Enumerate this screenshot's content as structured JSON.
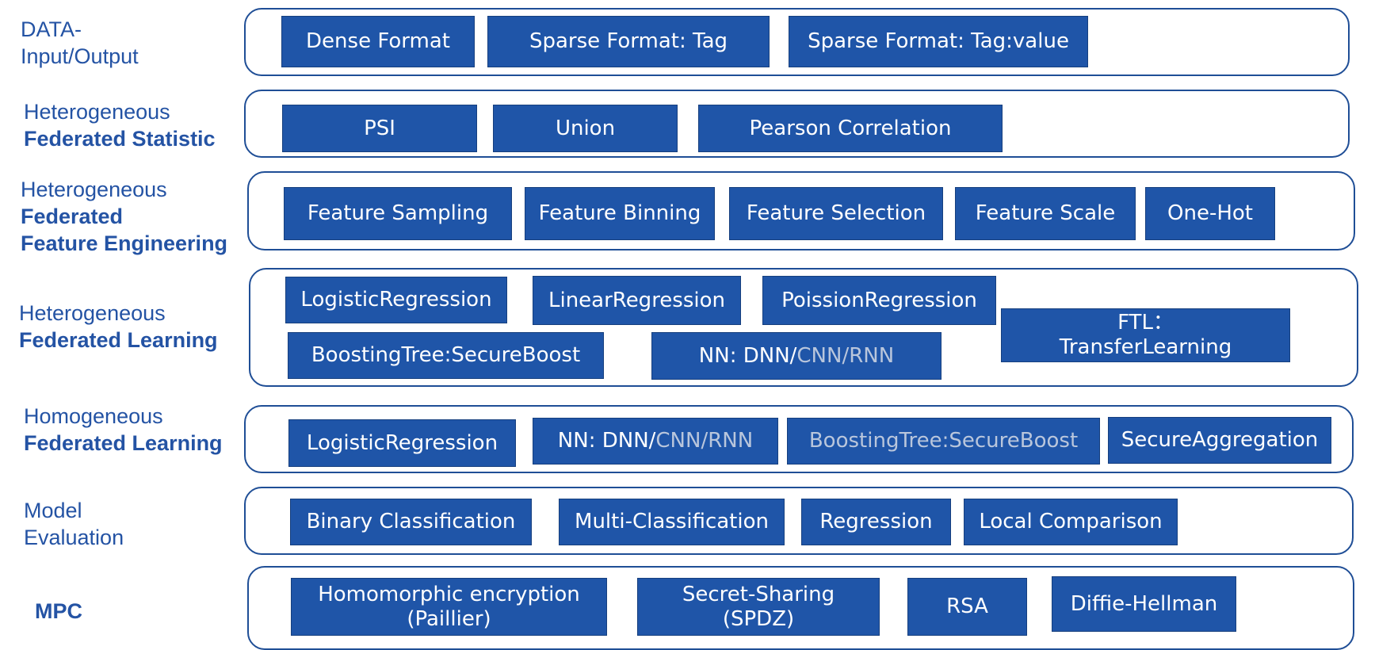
{
  "rows": [
    {
      "label_lines": [
        "DATA-",
        "Input/Output"
      ],
      "items": [
        "Dense Format",
        "Sparse Format:  Tag",
        "Sparse Format:   Tag:value"
      ]
    },
    {
      "label_lines": [
        "Heterogeneous",
        "Federated Statistic"
      ],
      "items": [
        "PSI",
        "Union",
        "Pearson Correlation"
      ]
    },
    {
      "label_lines": [
        "Heterogeneous",
        "Federated",
        "Feature Engineering"
      ],
      "items": [
        "Feature Sampling",
        "Feature Binning",
        "Feature Selection",
        "Feature Scale",
        "One-Hot"
      ]
    },
    {
      "label_lines": [
        "Heterogeneous",
        "Federated  Learning"
      ],
      "items": [
        "LogisticRegression",
        "LinearRegression",
        "PoissionRegression",
        "BoostingTree:SecureBoost",
        "NN: DNN/CNN/RNN",
        "FTL：\nTransferLearning"
      ]
    },
    {
      "label_lines": [
        "Homogeneous",
        "Federated  Learning"
      ],
      "items": [
        "LogisticRegression",
        "NN: DNN/CNN/RNN",
        "BoostingTree:SecureBoost",
        "SecureAggregation"
      ]
    },
    {
      "label_lines": [
        "Model",
        "Evaluation"
      ],
      "items": [
        "Binary Classification",
        "Multi-Classification",
        "Regression",
        "Local Comparison"
      ]
    },
    {
      "label_lines": [
        "MPC"
      ],
      "items": [
        "Homomorphic encryption\n(Paillier)",
        "Secret-Sharing\n(SPDZ)",
        "RSA",
        "Diffie-Hellman"
      ]
    }
  ]
}
